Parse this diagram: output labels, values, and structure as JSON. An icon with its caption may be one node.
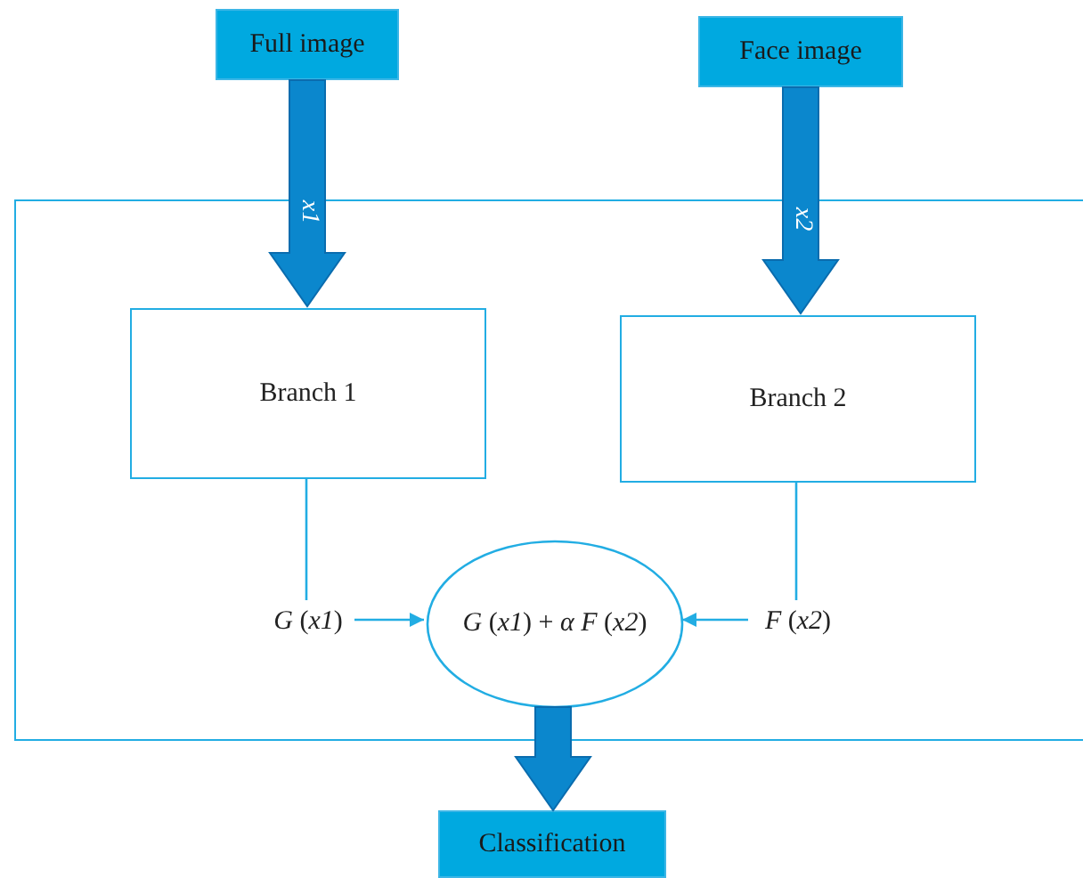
{
  "diagram": {
    "nodes": [
      {
        "text": [
          "Full image"
        ]
      },
      {
        "text": [
          "Face image"
        ]
      },
      {
        "text": [],
        "shape": "box"
      },
      {
        "text": [
          "Branch 1"
        ],
        "in": 2
      },
      {
        "text": [
          "Branch 2"
        ],
        "in": 2
      },
      {
        "text": [
          "*G* (*x1*)"
        ],
        "in": 2
      },
      {
        "text": [
          "*F* (*x2*)"
        ],
        "in": 2
      },
      {
        "text": [
          "*G* (*x1*) + *α F* (*x2*)"
        ],
        "in": 2
      },
      {
        "text": [
          "Classification"
        ]
      }
    ],
    "edges": [
      {
        "from": 0,
        "to": 3,
        "arrow": "to",
        "label": "x1",
        "style": "thick"
      },
      {
        "from": 1,
        "to": 4,
        "arrow": "to",
        "label": "x2",
        "style": "thick"
      },
      {
        "from": 3,
        "to": 5,
        "arrow": "none"
      },
      {
        "from": 4,
        "to": 6,
        "arrow": "none"
      },
      {
        "from": 5,
        "to": 7,
        "arrow": "to"
      },
      {
        "from": 6,
        "to": 7,
        "arrow": "to"
      },
      {
        "from": 7,
        "to": 8,
        "arrow": "to",
        "style": "thick"
      }
    ]
  }
}
